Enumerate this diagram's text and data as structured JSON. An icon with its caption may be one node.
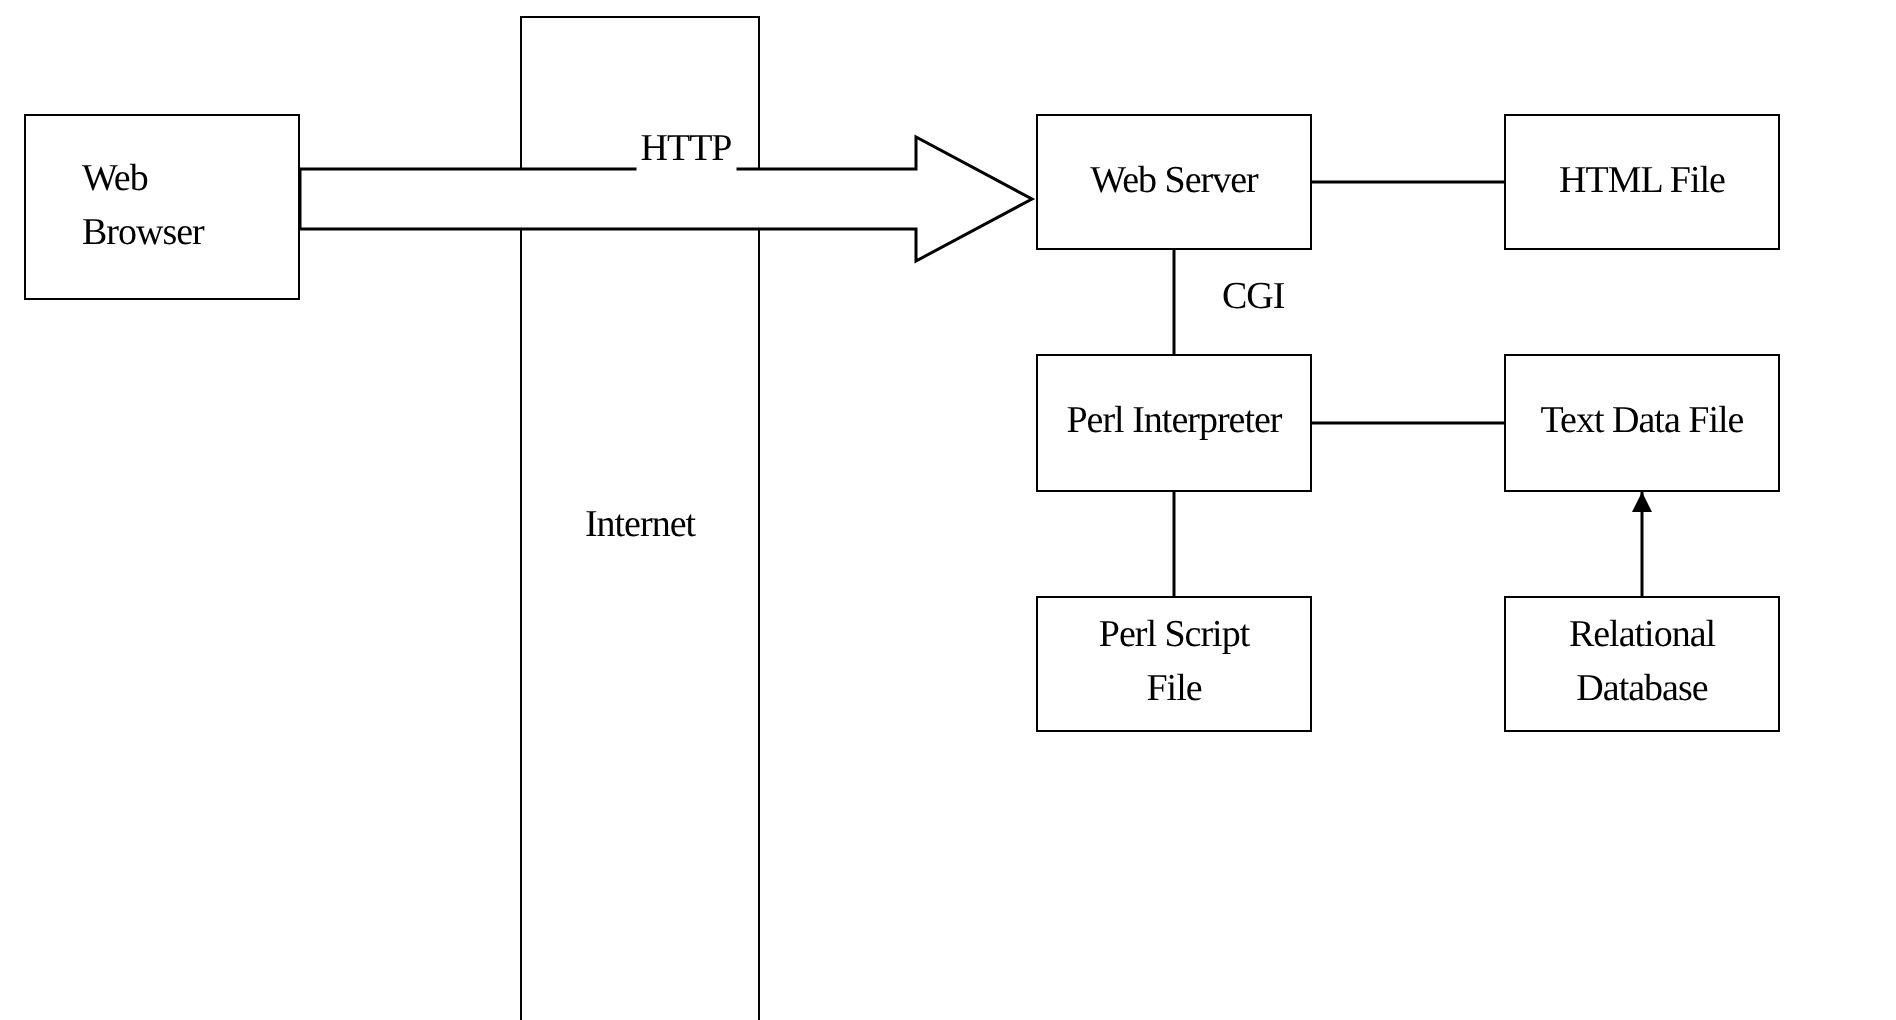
{
  "diagram": {
    "nodes": [
      {
        "text": [
          "Web Browser"
        ]
      },
      {
        "text": [
          "Internet"
        ]
      },
      {
        "text": [
          "Web Server"
        ]
      },
      {
        "text": [
          "HTML File"
        ]
      },
      {
        "text": [
          "Perl Interpreter"
        ]
      },
      {
        "text": [
          "Text Data File"
        ]
      },
      {
        "text": [
          "Perl Script File"
        ]
      },
      {
        "text": [
          "Relational Database"
        ]
      }
    ],
    "edges": [
      {
        "from": 0,
        "to": 2,
        "arrow": "to",
        "label": "HTTP",
        "style": "thick"
      },
      {
        "from": 2,
        "to": 3,
        "arrow": "none"
      },
      {
        "from": 2,
        "to": 4,
        "arrow": "none",
        "label": "CGI"
      },
      {
        "from": 4,
        "to": 5,
        "arrow": "none"
      },
      {
        "from": 4,
        "to": 6,
        "arrow": "none"
      },
      {
        "from": 7,
        "to": 5,
        "arrow": "to"
      }
    ]
  }
}
